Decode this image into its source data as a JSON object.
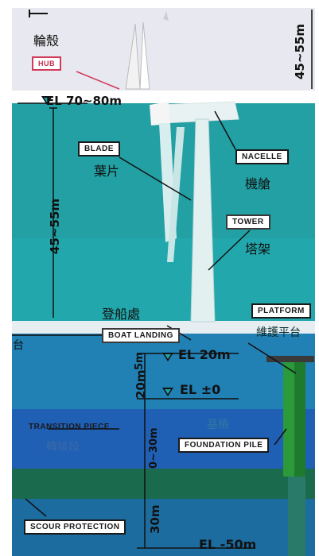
{
  "labels": {
    "hub": "HUB",
    "blade": "BLADE",
    "nacelle": "NACELLE",
    "tower": "TOWER",
    "platform": "PLATFORM",
    "boat_landing": "BOAT LANDING",
    "transition_piece": "TRANSITION PIECE",
    "foundation_pile": "FOUNDATION PILE",
    "scour_protection": "SCOUR PROTECTION"
  },
  "chinese": {
    "hub": "輪殼",
    "blade": "葉片",
    "nacelle": "機艙",
    "tower": "塔架",
    "boat_landing": "登船處",
    "platform": "維護平台",
    "transition_piece": "轉接段",
    "foundation_pile": "基樁",
    "left_platform_fragment": "台"
  },
  "elevations": {
    "hub": "EL 70~80m",
    "platform": "EL 20m",
    "sea_level": "EL ±0",
    "seabed": "EL -50m"
  },
  "dimensions": {
    "rotor": "45~55m",
    "tower": "45~55m",
    "platform_gap": "5m",
    "above_sea": "20m",
    "water_depth": "0~30m",
    "pile_depth": "30m"
  },
  "colors": {
    "sky": "#e8e8f0",
    "air": "#22a0a4",
    "sea_upper": "#2180b4",
    "sea_lower": "#1f5fb4",
    "seabed": "#1a6a4e",
    "label_border_red": "#d23a5a"
  }
}
